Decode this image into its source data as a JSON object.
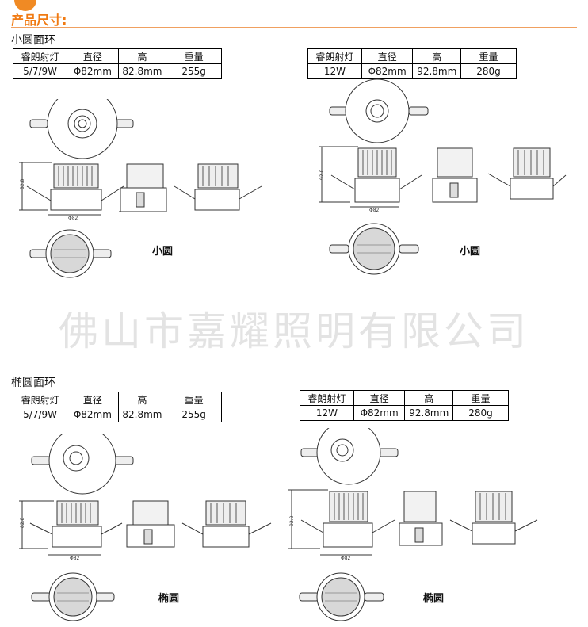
{
  "header": {
    "title": "产品尺寸:"
  },
  "sections": [
    {
      "label": "小圆面环"
    },
    {
      "label": "椭圆面环"
    }
  ],
  "spec_headers": [
    "睿朗射灯",
    "直径",
    "高",
    "重量"
  ],
  "tables": {
    "t1": [
      "5/7/9W",
      "Φ82mm",
      "82.8mm",
      "255g"
    ],
    "t2": [
      "12W",
      "Φ82mm",
      "92.8mm",
      "280g"
    ],
    "t3": [
      "5/7/9W",
      "Φ82mm",
      "82.8mm",
      "255g"
    ],
    "t4": [
      "12W",
      "Φ82mm",
      "92.8mm",
      "280g"
    ]
  },
  "captions": {
    "small": "小圆",
    "oval": "椭圆"
  },
  "watermark": "佛山市嘉耀照明有限公司",
  "dim_labels": {
    "height_small": "82.8",
    "height_large": "92.8",
    "diameter": "Φ82"
  }
}
